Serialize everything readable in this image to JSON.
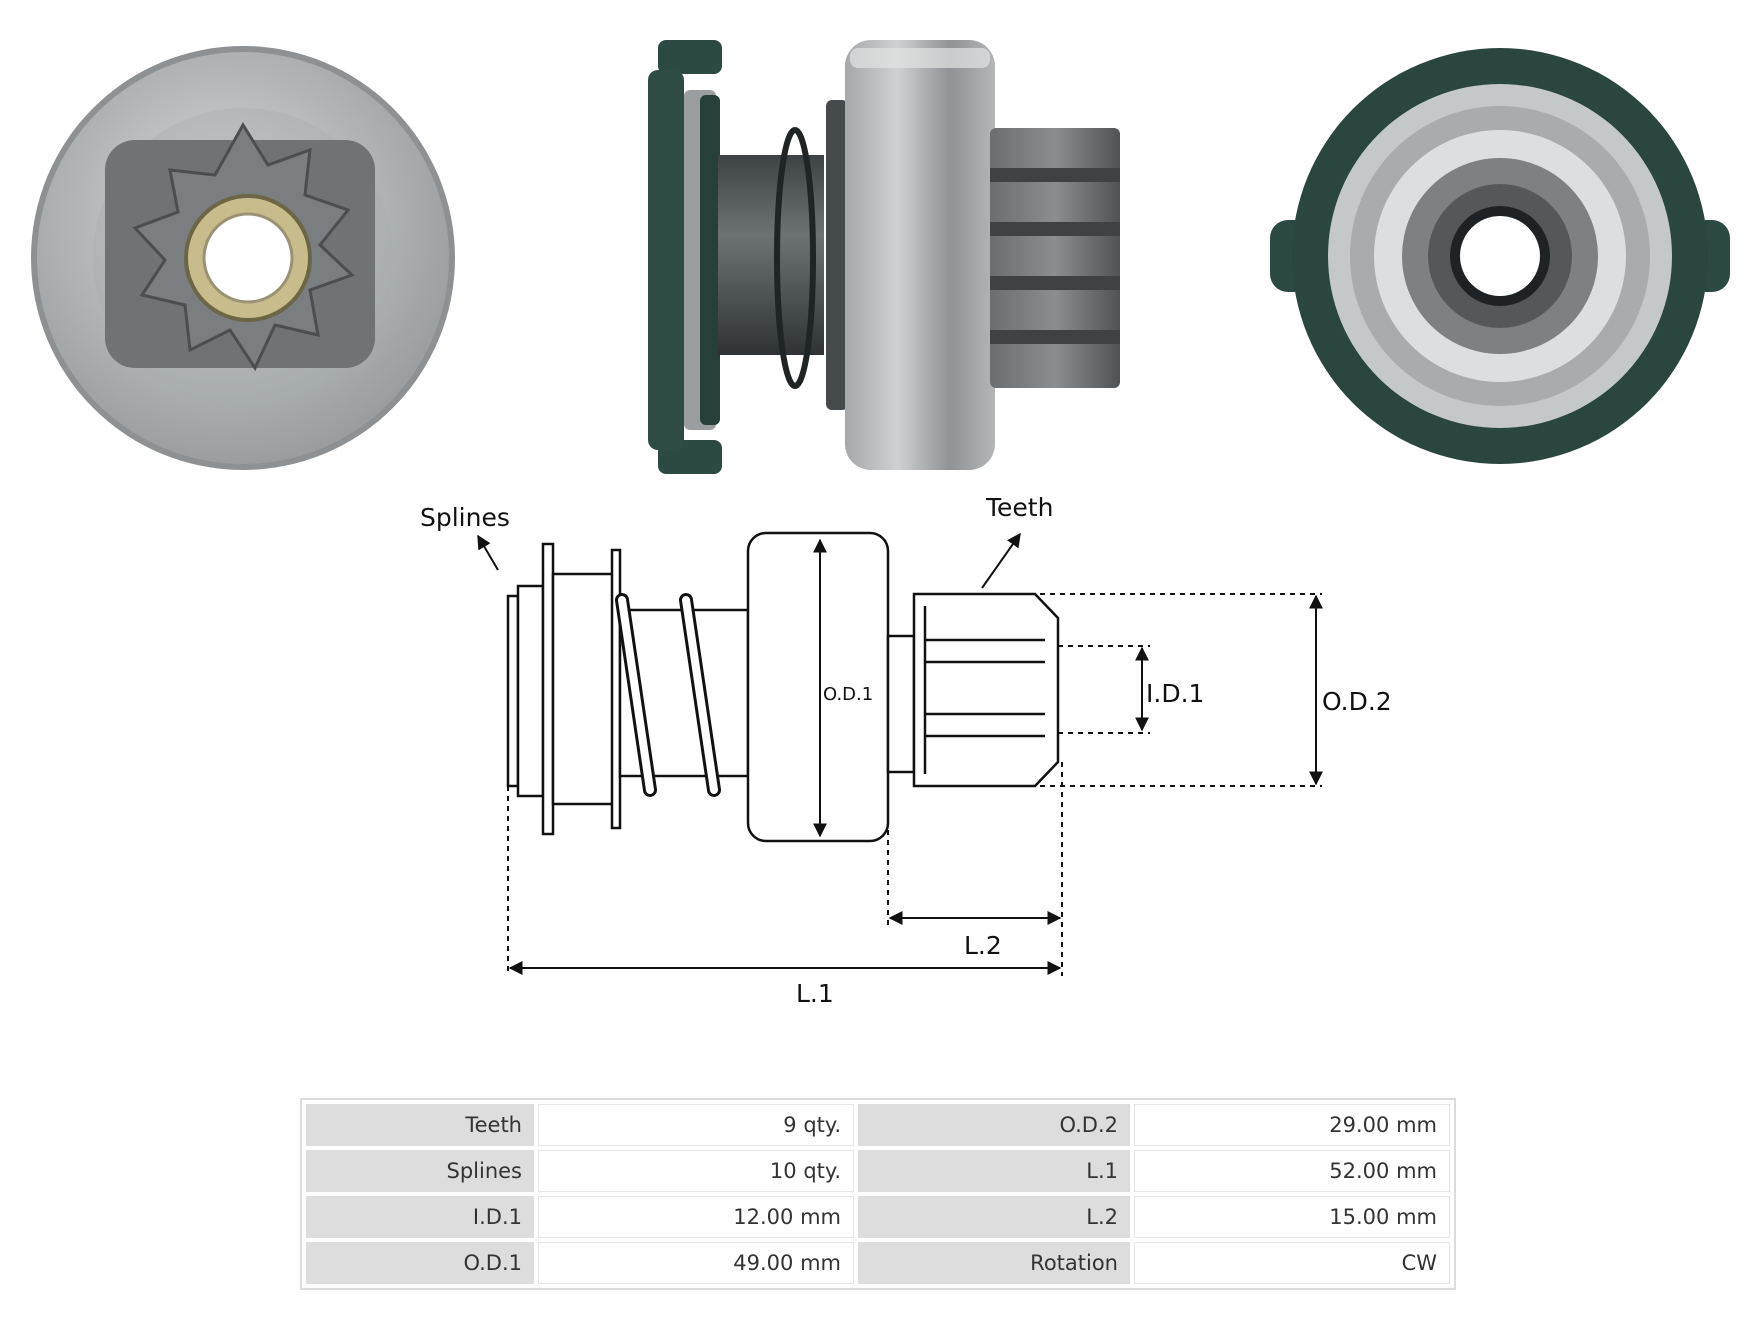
{
  "diagram": {
    "labels": {
      "splines": "Splines",
      "teeth": "Teeth",
      "od1": "O.D.1",
      "id1": "I.D.1",
      "od2": "O.D.2",
      "l1": "L.1",
      "l2": "L.2"
    },
    "photos": [
      "pinion-front-view",
      "pinion-side-view",
      "pinion-rear-view"
    ]
  },
  "specs": {
    "rows": [
      {
        "k1": "Teeth",
        "v1": "9 qty.",
        "k2": "O.D.2",
        "v2": "29.00 mm"
      },
      {
        "k1": "Splines",
        "v1": "10 qty.",
        "k2": "L.1",
        "v2": "52.00 mm"
      },
      {
        "k1": "I.D.1",
        "v1": "12.00 mm",
        "k2": "L.2",
        "v2": "15.00 mm"
      },
      {
        "k1": "O.D.1",
        "v1": "49.00 mm",
        "k2": "Rotation",
        "v2": "CW"
      }
    ]
  },
  "colors": {
    "metal": "#b9bcbe",
    "dark_metal": "#5f6466",
    "green_rubber": "#2c4a43",
    "brass": "#c8b98a"
  }
}
